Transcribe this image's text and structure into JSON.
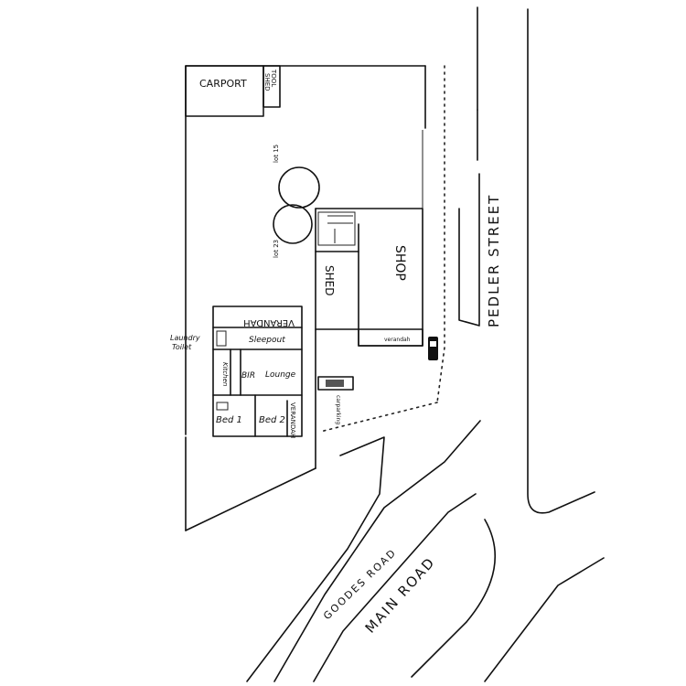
{
  "labels": {
    "carport": "CARPORT",
    "tool_shed_1": "TOOL",
    "tool_shed_2": "SHED",
    "lot15": "lot 15",
    "lot23": "lot 23",
    "shop": "SHOP",
    "shed": "SHED",
    "verandah_house": "VERANDAH",
    "verandah_side": "VERANDAH",
    "verandah_shop": "verandah",
    "laundry": "Laundry",
    "toilet": "Toilet",
    "sleepout": "Sleepout",
    "kitchen": "Kitchen",
    "lounge": "Lounge",
    "bir": "BIR",
    "bed1": "Bed 1",
    "bed2": "Bed 2",
    "carparking": "carparking",
    "pedler_street": "PEDLER STREET",
    "main_road": "MAIN ROAD",
    "goodes_road": "GOODES ROAD"
  }
}
